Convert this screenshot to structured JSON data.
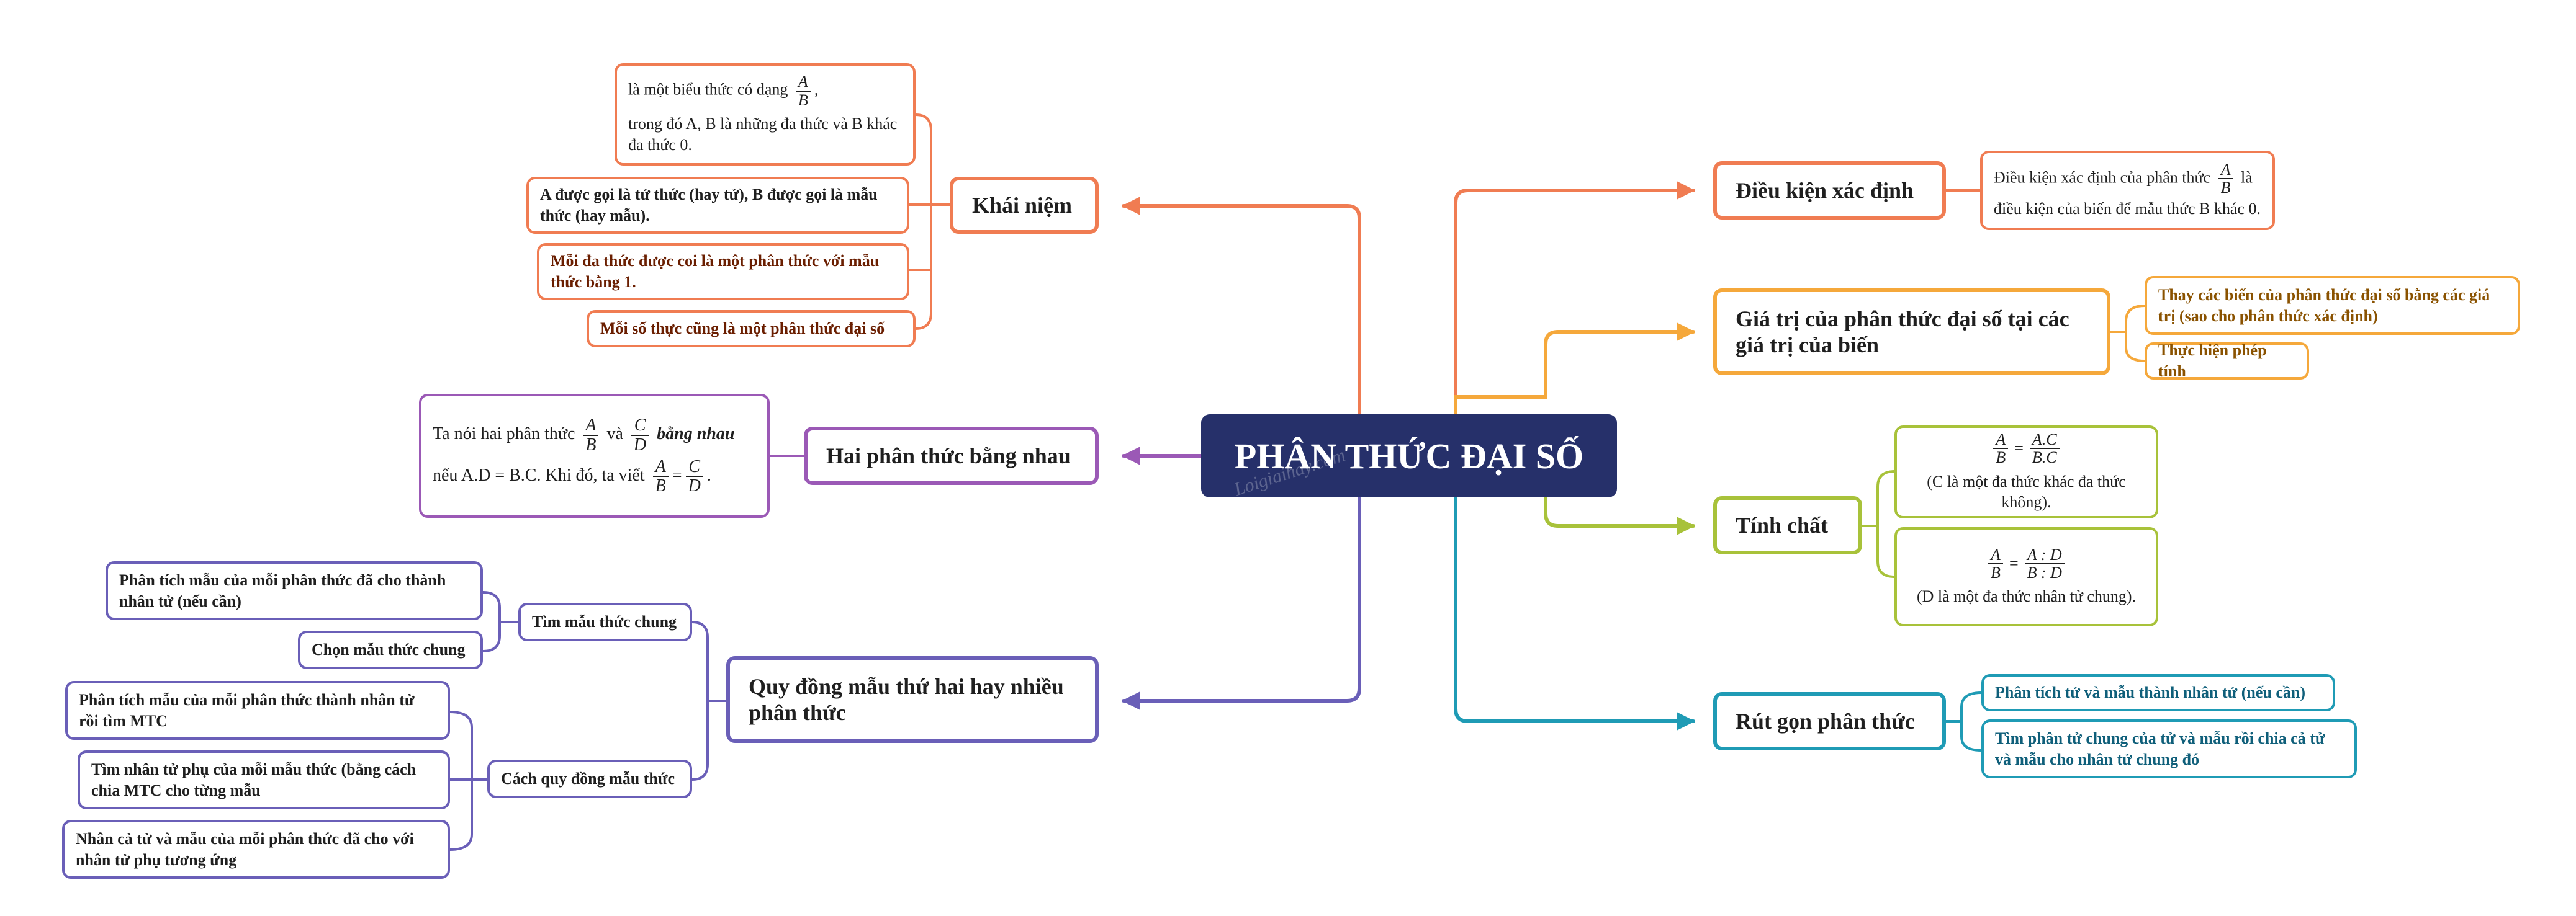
{
  "central": {
    "title": "PHÂN THỨC ĐẠI SỐ"
  },
  "colors": {
    "central": "#26306a",
    "orange": "#f07c52",
    "purple": "#9b59b6",
    "blue_purple": "#6a5fb8",
    "yellow": "#f5a83b",
    "green": "#a8c23a",
    "teal": "#1f9bb5"
  },
  "khai_niem": {
    "title": "Khái niệm",
    "def_prefix": "là một biểu thức có dạng",
    "def_frac": {
      "num": "A",
      "den": "B"
    },
    "def_suffix": ",",
    "def_line2": "trong đó A, B là những đa thức và B khác đa thức 0.",
    "leaf2": "A được gọi là tử thức (hay tử), B được gọi là mẫu thức (hay mẫu).",
    "leaf3": "Mỗi đa thức được coi là một phân thức với mẫu thức bằng 1.",
    "leaf4": "Mỗi số thực cũng là một phân thức đại số"
  },
  "hai_phan_thuc": {
    "title": "Hai phân thức bằng nhau",
    "line1_prefix": "Ta nói hai phân thức",
    "frac1": {
      "num": "A",
      "den": "B"
    },
    "and": "và",
    "frac2": {
      "num": "C",
      "den": "D"
    },
    "emph": "bằng nhau",
    "line2_prefix": "nếu A.D = B.C. Khi đó, ta viết",
    "eq": "=",
    "line2_suffix": "."
  },
  "quy_dong": {
    "title": "Quy đồng mẫu thứ hai hay nhiều phân thức",
    "tim_mau": {
      "title": "Tìm mẫu thức chung",
      "items": [
        "Phân tích mẫu của mỗi phân thức đã cho thành nhân tử (nếu cần)",
        "Chọn mẫu thức chung"
      ]
    },
    "cach_quy_dong": {
      "title": "Cách quy đồng mẫu thức",
      "items": [
        "Phân tích mẫu của mỗi phân thức thành nhân tử rồi tìm MTC",
        "Tìm nhân tử phụ của mỗi mẫu thức (bằng cách chia MTC cho từng mẫu",
        "Nhân cả tử và mẫu của mỗi phân thức đã cho với nhân tử phụ tương ứng"
      ]
    }
  },
  "dieu_kien": {
    "title": "Điều kiện xác định",
    "text_prefix": "Điều kiện xác định của phân thức",
    "frac": {
      "num": "A",
      "den": "B"
    },
    "text_mid": "là",
    "text_line2": "điều kiện của biến để mẫu thức B khác 0."
  },
  "gia_tri": {
    "title": "Giá trị của phân thức đại số tại các giá trị của biến",
    "items": [
      "Thay các biến của phân thức đại số bằng các giá trị (sao cho phân thức xác định)",
      "Thực hiện phép tính"
    ]
  },
  "tinh_chat": {
    "title": "Tính chất",
    "f1": {
      "lhs_num": "A",
      "lhs_den": "B",
      "eq": "=",
      "rhs_num": "A.C",
      "rhs_den": "B.C"
    },
    "note1": "(C là một đa thức khác đa thức không).",
    "f2": {
      "lhs_num": "A",
      "lhs_den": "B",
      "eq": "=",
      "rhs_num": "A : D",
      "rhs_den": "B : D"
    },
    "note2": "(D là một đa thức nhân tử chung)."
  },
  "rut_gon": {
    "title": "Rút gọn phân thức",
    "items": [
      "Phân tích tử và mẫu thành nhân tử (nếu cần)",
      "Tìm phân tử chung của tử và mẫu rồi chia cả tử và mẫu cho nhân tử chung đó"
    ]
  },
  "watermark": "Loigiaihay.com"
}
